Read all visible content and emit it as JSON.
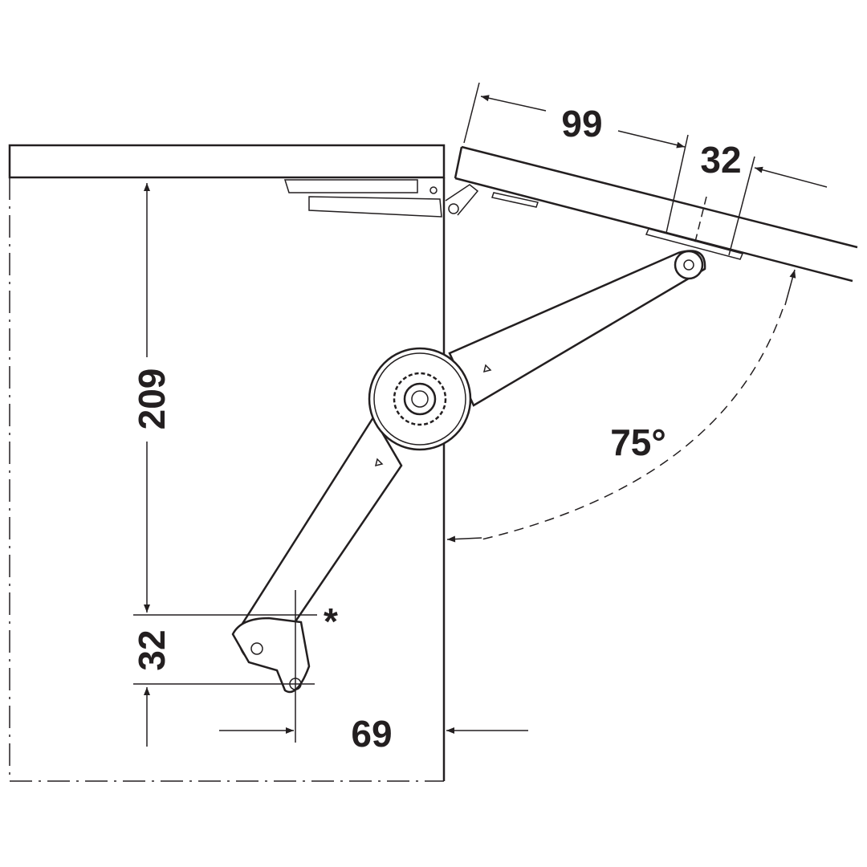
{
  "diagram": {
    "dimensions": {
      "lid_offset": "99",
      "lid_mount_spacing": "32",
      "height": "209",
      "base_mount_spacing": "32",
      "side_distance": "69",
      "opening_angle": "75°"
    },
    "note_marker": "*"
  }
}
